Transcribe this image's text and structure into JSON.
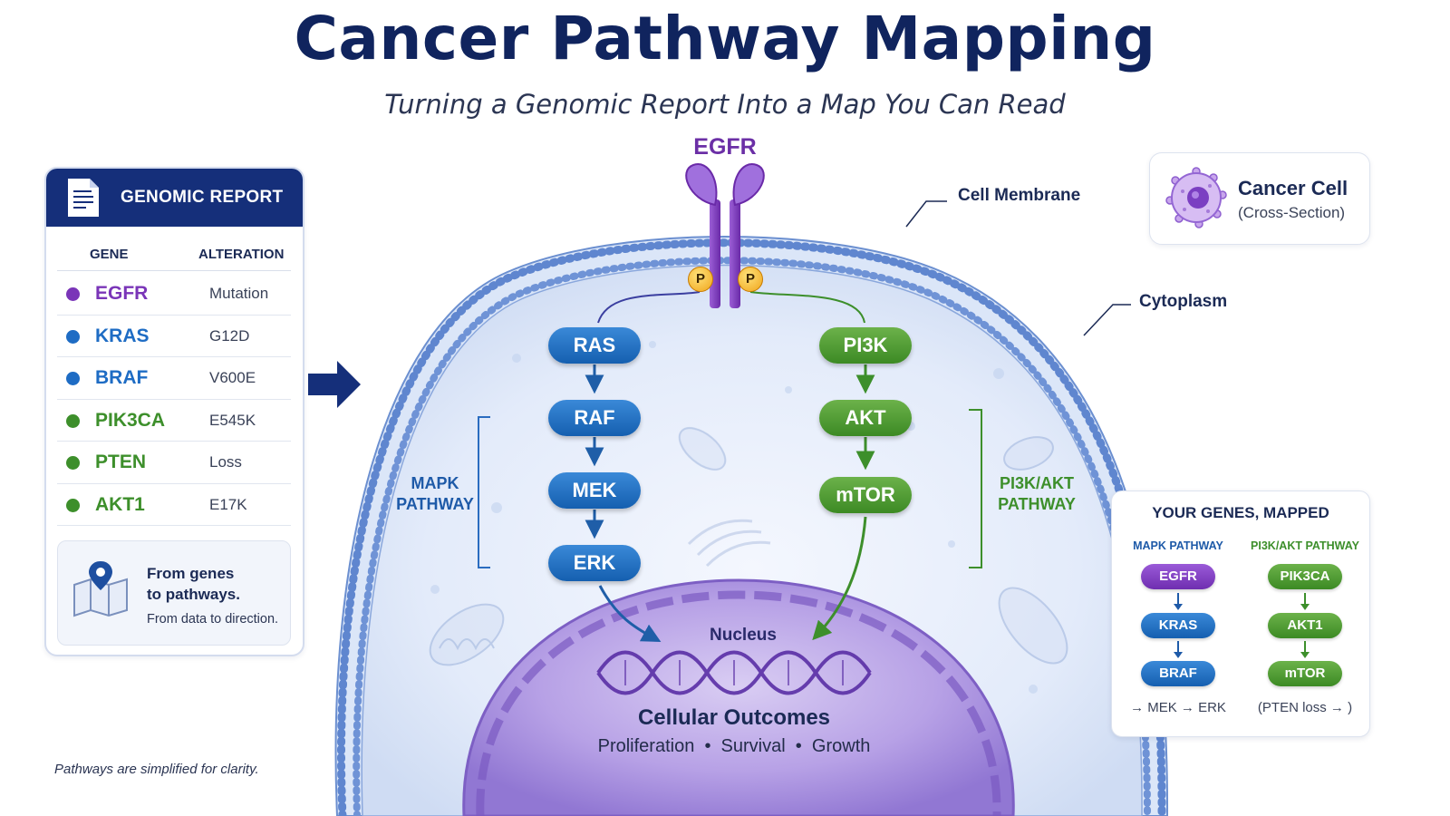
{
  "title": "Cancer Pathway Mapping",
  "subtitle": "Turning a Genomic Report Into a Map You Can Read",
  "report": {
    "title": "GENOMIC REPORT",
    "col_gene": "GENE",
    "col_alteration": "ALTERATION",
    "rows": [
      {
        "gene": "EGFR",
        "alteration": "Mutation",
        "color": "#7a35b8"
      },
      {
        "gene": "KRAS",
        "alteration": "G12D",
        "color": "#1e6cc4"
      },
      {
        "gene": "BRAF",
        "alteration": "V600E",
        "color": "#1e6cc4"
      },
      {
        "gene": "PIK3CA",
        "alteration": "E545K",
        "color": "#3d8f2b"
      },
      {
        "gene": "PTEN",
        "alteration": "Loss",
        "color": "#3d8f2b"
      },
      {
        "gene": "AKT1",
        "alteration": "E17K",
        "color": "#3d8f2b"
      }
    ],
    "callout_line1": "From genes",
    "callout_line2": "to pathways.",
    "callout_line3": "From data to direction."
  },
  "footnote": "Pathways are simplified for clarity.",
  "diagram": {
    "receptor": "EGFR",
    "phospho": "P",
    "cell_membrane": "Cell Membrane",
    "cytoplasm": "Cytoplasm",
    "mapk_nodes": [
      "RAS",
      "RAF",
      "MEK",
      "ERK"
    ],
    "pi3k_nodes": [
      "PI3K",
      "AKT",
      "mTOR"
    ],
    "mapk_label_1": "MAPK",
    "mapk_label_2": "PATHWAY",
    "pi3k_label_1": "PI3K/AKT",
    "pi3k_label_2": "PATHWAY",
    "nucleus": "Nucleus",
    "outcomes_title": "Cellular Outcomes",
    "outcomes": "Proliferation  •  Survival  •  Growth"
  },
  "legend": {
    "line1": "Cancer Cell",
    "line2": "(Cross-Section)"
  },
  "mapped": {
    "title": "YOUR GENES, MAPPED",
    "mapk_header": "MAPK PATHWAY",
    "pi3k_header": "PI3K/AKT PATHWAY",
    "mapk_genes": [
      "EGFR",
      "KRAS",
      "BRAF"
    ],
    "pi3k_genes": [
      "PIK3CA",
      "AKT1",
      "mTOR"
    ],
    "mapk_footer": "→ MEK → ERK",
    "pi3k_footer": "(PTEN loss → )"
  },
  "colors": {
    "navy": "#152f7a",
    "purple": "#7a35b8",
    "blue": "#1e6cc4",
    "green": "#3d8f2b"
  }
}
